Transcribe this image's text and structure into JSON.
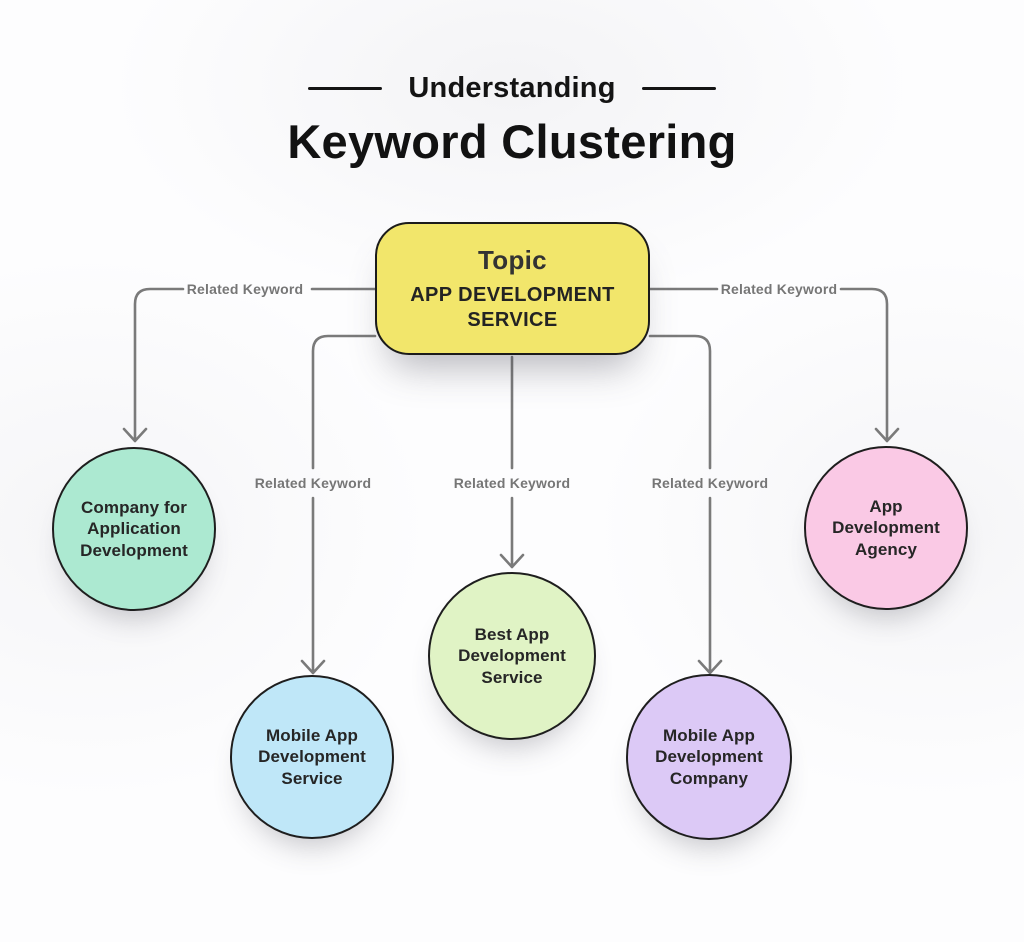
{
  "header": {
    "eyebrow": "Understanding",
    "title": "Keyword Clustering"
  },
  "topic": {
    "label": "Topic",
    "keyword": "APP DEVELOPMENT\nSERVICE",
    "fill": "#F2E66B"
  },
  "edges": [
    {
      "label": "Related Keyword"
    },
    {
      "label": "Related Keyword"
    },
    {
      "label": "Related Keyword"
    },
    {
      "label": "Related Keyword"
    },
    {
      "label": "Related Keyword"
    }
  ],
  "keywords": [
    {
      "label": "Company for\nApplication\nDevelopment",
      "fill": "#ACE9D1"
    },
    {
      "label": "Mobile App\nDevelopment\nService",
      "fill": "#BFE7F8"
    },
    {
      "label": "Best App\nDevelopment\nService",
      "fill": "#E0F3C5"
    },
    {
      "label": "Mobile App\nDevelopment\nCompany",
      "fill": "#DCC9F6"
    },
    {
      "label": "App\nDevelopment\nAgency",
      "fill": "#FAC9E5"
    }
  ],
  "colors": {
    "line": "#7a7a7a",
    "border": "#1b1b1b",
    "heading": "#121212",
    "edge_label": "#767676",
    "node_text": "#262626"
  }
}
